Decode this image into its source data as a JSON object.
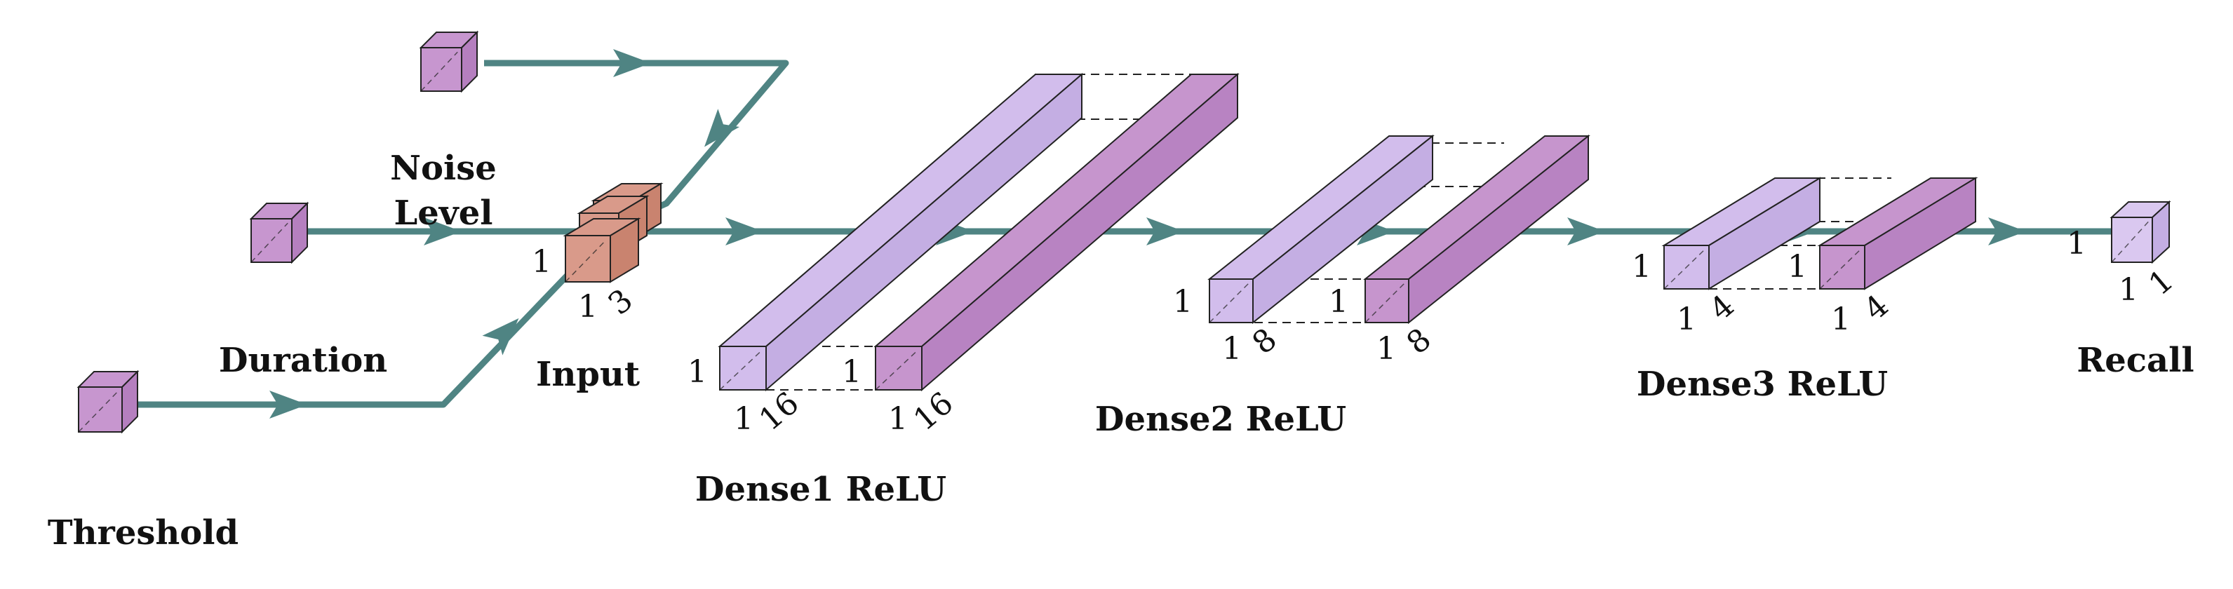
{
  "colors": {
    "arrow": "#4f8483",
    "cube_front": "#c796cf",
    "cube_side": "#b57fbf",
    "input_front": "#d99a8a",
    "input_side": "#c9836f",
    "layer_light_front": "#d2bdec",
    "layer_light_side": "#c4aee3",
    "layer_dark_front": "#c695cd",
    "layer_dark_side": "#b883c2",
    "output_front": "#dac8f0",
    "stroke": "#222222"
  },
  "inputs": {
    "noise_level": {
      "label_line1": "Noise",
      "label_line2": "Level"
    },
    "duration": {
      "label": "Duration"
    },
    "threshold": {
      "label": "Threshold"
    }
  },
  "input_block": {
    "label": "Input",
    "dim_h": "1",
    "dim_w": "1",
    "dim_d": "3"
  },
  "dense1": {
    "label": "Dense1 ReLU",
    "dim_h": "1",
    "dim_w": "1",
    "dim_d": "16"
  },
  "dense2": {
    "label": "Dense2 ReLU",
    "dim_h": "1",
    "dim_w": "1",
    "dim_d": "8"
  },
  "dense3": {
    "label": "Dense3 ReLU",
    "dim_h": "1",
    "dim_w": "1",
    "dim_d": "4"
  },
  "output": {
    "label": "Recall",
    "dim_h": "1",
    "dim_w": "1",
    "dim_d": "1"
  }
}
